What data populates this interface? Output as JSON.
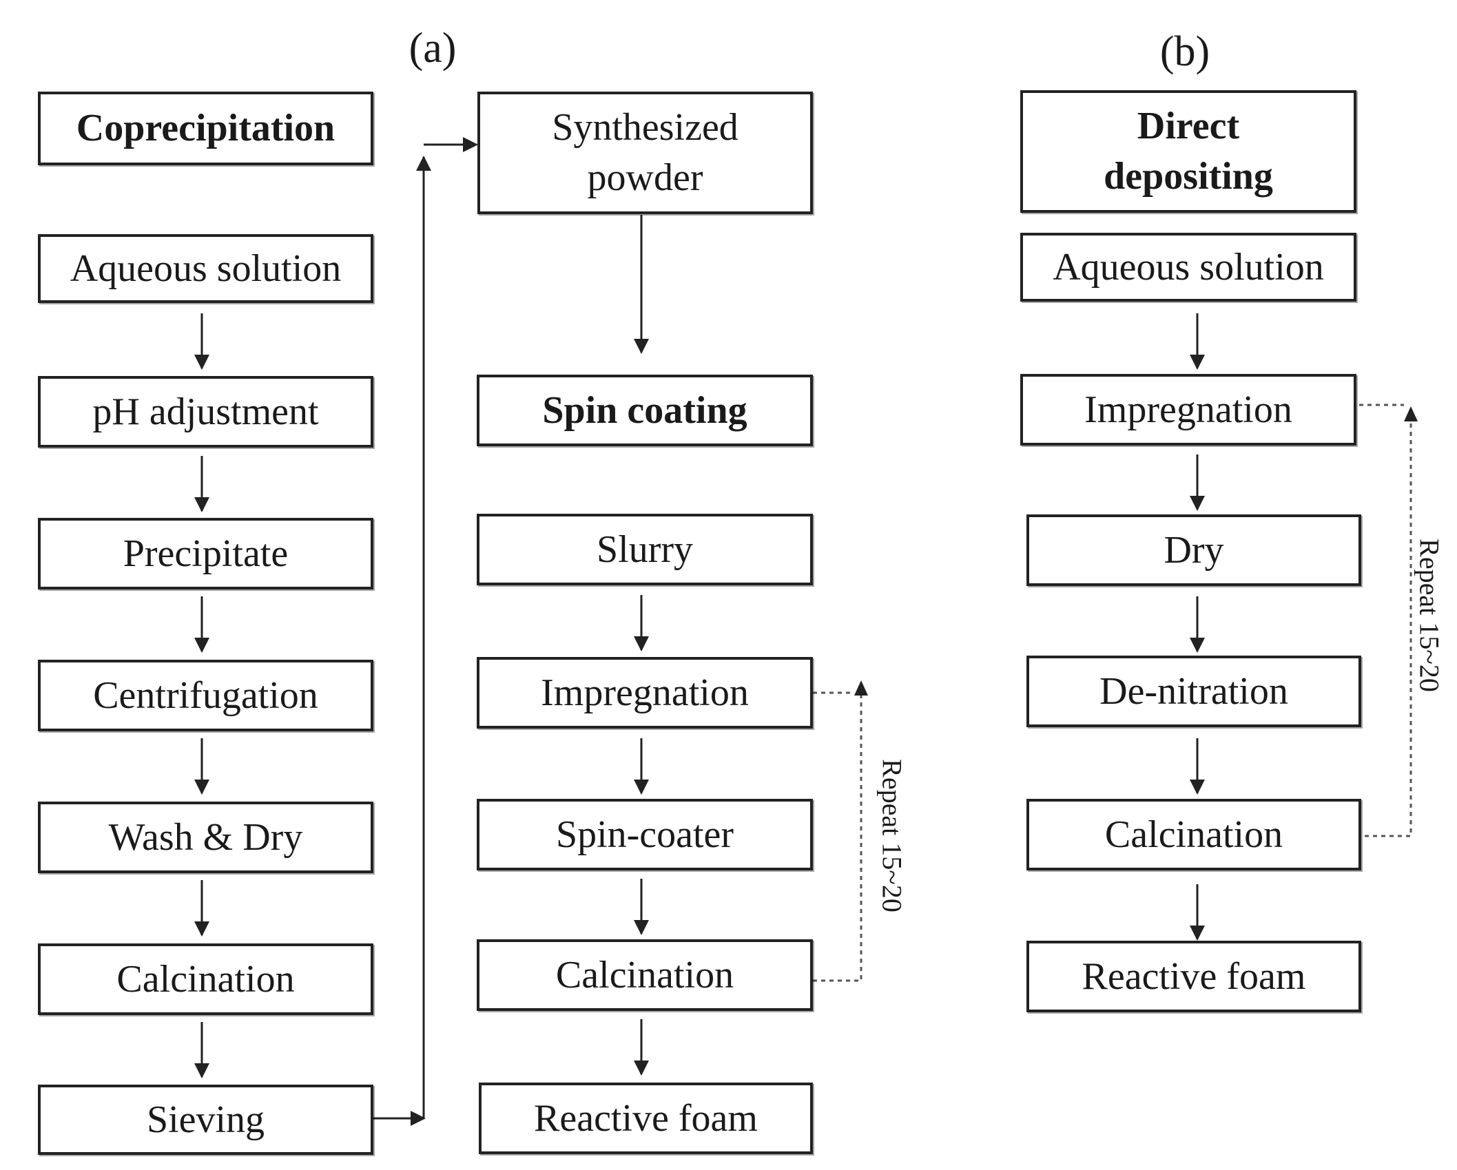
{
  "panels": {
    "a": {
      "label": "(a)",
      "coprecipitation": {
        "title": "Coprecipitation",
        "steps": [
          "Aqueous solution",
          "pH adjustment",
          "Precipitate",
          "Centrifugation",
          "Wash & Dry",
          "Calcination",
          "Sieving"
        ]
      },
      "spin_coating": {
        "synthesized": "Synthesized powder",
        "title": "Spin coating",
        "steps": [
          "Slurry",
          "Impregnation",
          "Spin-coater",
          "Calcination",
          "Reactive foam"
        ],
        "repeat": "Repeat 15~20"
      }
    },
    "b": {
      "label": "(b)",
      "title": "Direct depositing",
      "steps": [
        "Aqueous solution",
        "Impregnation",
        "Dry",
        "De-nitration",
        "Calcination",
        "Reactive foam"
      ],
      "repeat": "Repeat 15~20"
    }
  }
}
